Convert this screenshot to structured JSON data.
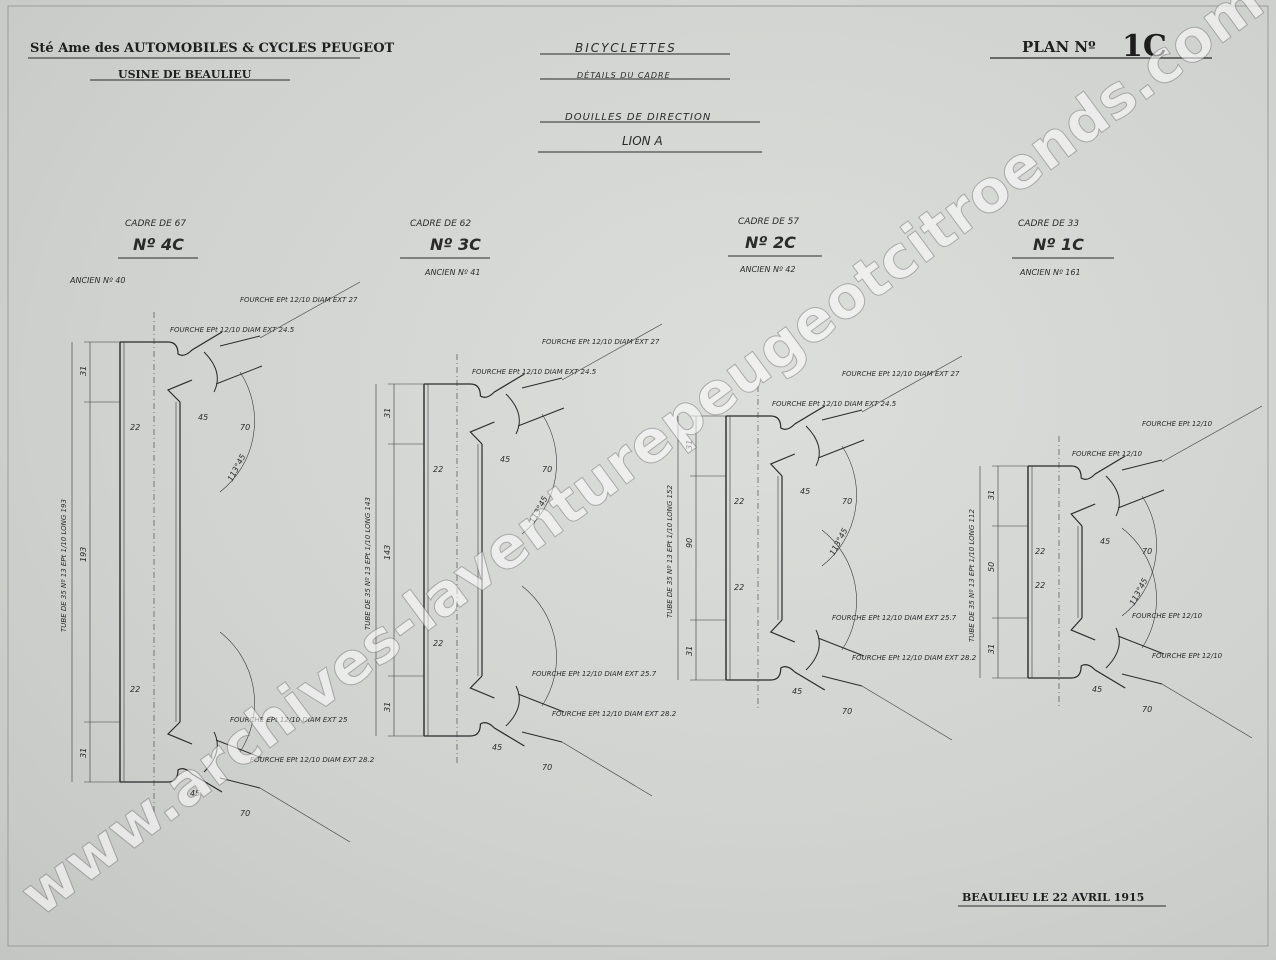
{
  "header": {
    "company": "Sté Ame des AUTOMOBILES & CYCLES PEUGEOT",
    "factory": "USINE DE BEAULIEU",
    "subject": "BICYCLETTES",
    "subject_detail": "DÉTAILS DU CADRE",
    "part": "DOUILLES DE DIRECTION",
    "model": "LION A",
    "plan_label": "PLAN Nº",
    "plan_number": "1C"
  },
  "frames": [
    {
      "size": "CADRE DE 67",
      "number": "Nº 4C",
      "former": "ANCIEN Nº 40",
      "tube": "TUBE DE 35 Nº 13 EPt 1/10 LONG 193",
      "length": "193",
      "top": "31",
      "bottom": "31",
      "inner": "22",
      "angle": "113°45",
      "a": "45",
      "b": "70",
      "labels": [
        "FOURCHE EPt 12/10 DIAM EXT 27",
        "FOURCHE EPt 12/10 DIAM EXT 24.5",
        "FOURCHE EPt 12/10 DIAM EXT 25",
        "FOURCHE EPt 12/10 DIAM EXT 28.2"
      ]
    },
    {
      "size": "CADRE DE 62",
      "number": "Nº 3C",
      "former": "ANCIEN Nº 41",
      "tube": "TUBE DE 35 Nº 13 EPt 1/10 LONG 143",
      "length": "143",
      "top": "31",
      "bottom": "31",
      "inner": "22",
      "angle": "113°45",
      "a": "45",
      "b": "70",
      "labels": [
        "FOURCHE EPt 12/10 DIAM EXT 27",
        "FOURCHE EPt 12/10 DIAM EXT 24.5",
        "FOURCHE EPt 12/10 DIAM EXT 25.7",
        "FOURCHE EPt 12/10 DIAM EXT 28.2"
      ]
    },
    {
      "size": "CADRE DE 57",
      "number": "Nº 2C",
      "former": "ANCIEN Nº 42",
      "tube": "TUBE DE 35 Nº 13 EPt 1/10 LONG 152",
      "length": "90",
      "top": "31",
      "bottom": "31",
      "inner": "22",
      "angle": "113°45",
      "a": "45",
      "b": "70",
      "labels": [
        "FOURCHE EPt 12/10 DIAM EXT 27",
        "FOURCHE EPt 12/10 DIAM EXT 24.5",
        "FOURCHE EPt 12/10 DIAM EXT 25.7",
        "FOURCHE EPt 12/10 DIAM EXT 28.2"
      ]
    },
    {
      "size": "CADRE DE 33",
      "number": "Nº 1C",
      "former": "ANCIEN Nº 161",
      "tube": "TUBE DE 35 Nº 13 EPt 1/10 LONG 112",
      "length": "50",
      "top": "31",
      "bottom": "31",
      "inner": "22",
      "angle": "113°45",
      "a": "45",
      "b": "70",
      "labels": [
        "FOURCHE EPt 12/10",
        "FOURCHE EPt 12/10",
        "FOURCHE EPt 12/10",
        "FOURCHE EPt 12/10"
      ]
    }
  ],
  "footer": {
    "place_date": "BEAULIEU LE 22 AVRIL 1915"
  },
  "watermark": "www.archives-laventurepeugeotcitroends.com"
}
